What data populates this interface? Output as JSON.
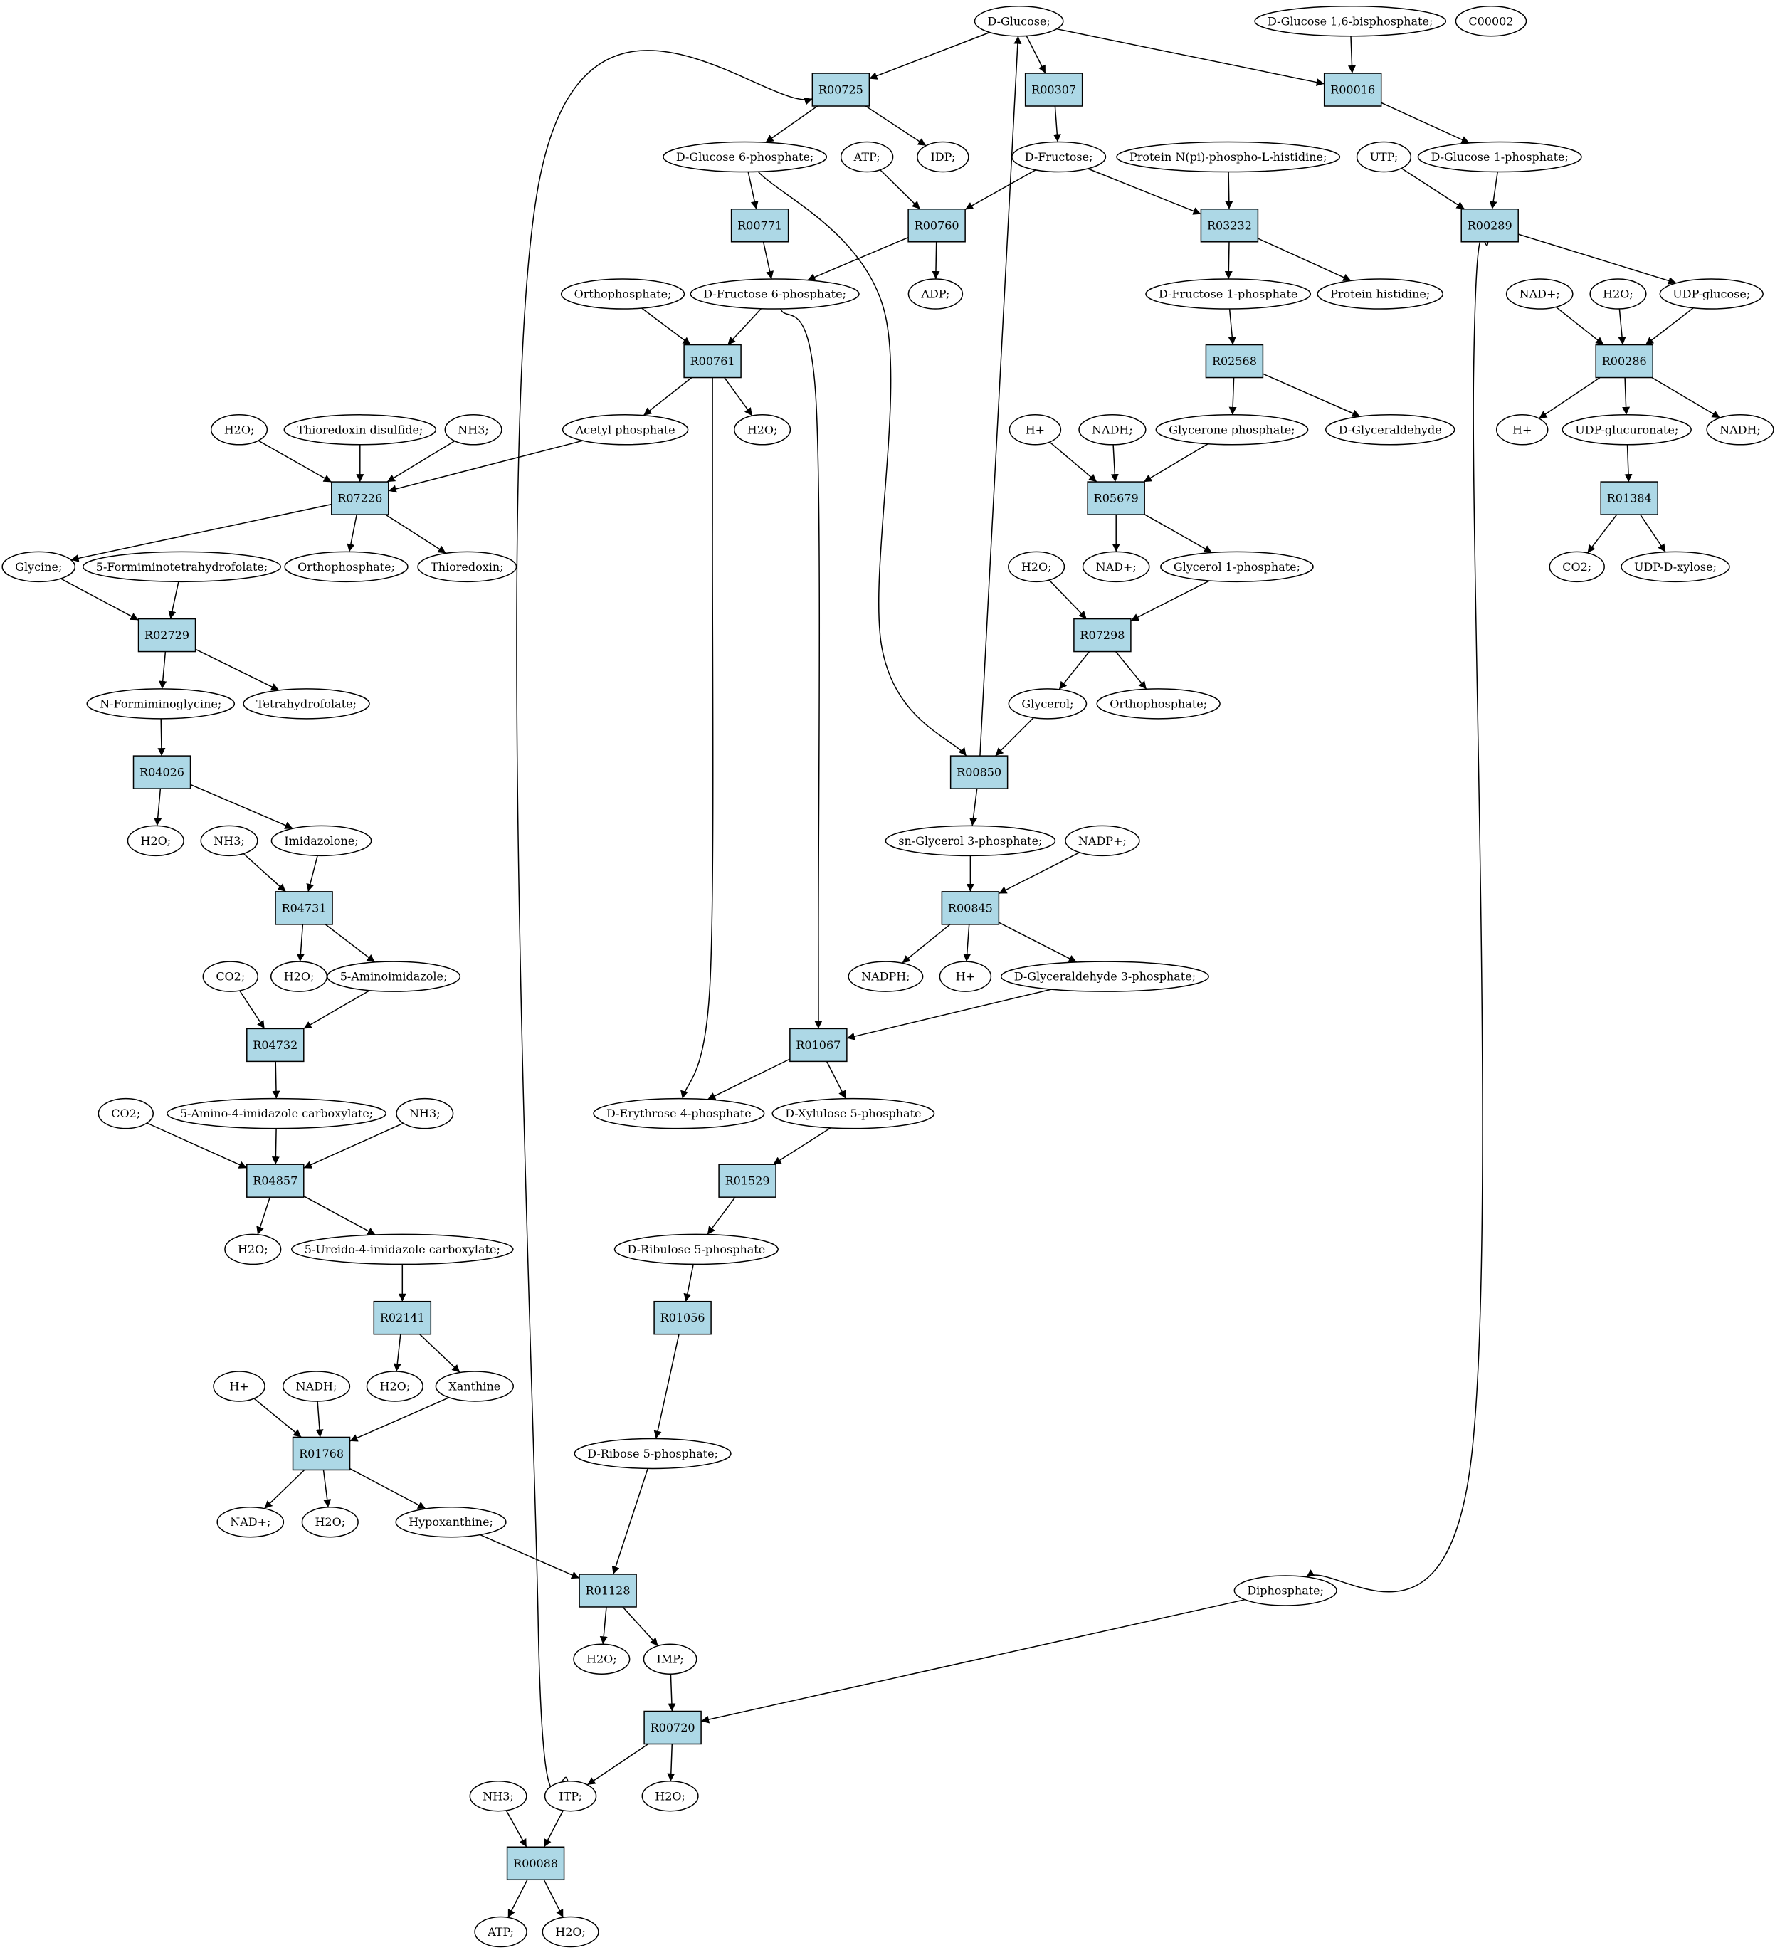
{
  "colors": {
    "reaction_fill": "#add8e6",
    "start_fill": "#00ff00",
    "highlight_fill": "#ffff00",
    "compound_fill": "#ffffff",
    "stroke": "#000000"
  },
  "reactions": [
    {
      "id": "R00725",
      "label": "R00725"
    },
    {
      "id": "R00307",
      "label": "R00307"
    },
    {
      "id": "R00016",
      "label": "R00016"
    },
    {
      "id": "R00771",
      "label": "R00771"
    },
    {
      "id": "R00760",
      "label": "R00760"
    },
    {
      "id": "R03232",
      "label": "R03232"
    },
    {
      "id": "R00289",
      "label": "R00289"
    },
    {
      "id": "R00761",
      "label": "R00761"
    },
    {
      "id": "R02568",
      "label": "R02568"
    },
    {
      "id": "R00286",
      "label": "R00286"
    },
    {
      "id": "R07226",
      "label": "R07226"
    },
    {
      "id": "R05679",
      "label": "R05679"
    },
    {
      "id": "R01384",
      "label": "R01384"
    },
    {
      "id": "R02729",
      "label": "R02729"
    },
    {
      "id": "R07298",
      "label": "R07298"
    },
    {
      "id": "R04026",
      "label": "R04026"
    },
    {
      "id": "R00850",
      "label": "R00850"
    },
    {
      "id": "R04731",
      "label": "R04731"
    },
    {
      "id": "R00845",
      "label": "R00845"
    },
    {
      "id": "R04732",
      "label": "R04732"
    },
    {
      "id": "R01067",
      "label": "R01067"
    },
    {
      "id": "R04857",
      "label": "R04857"
    },
    {
      "id": "R01529",
      "label": "R01529"
    },
    {
      "id": "R02141",
      "label": "R02141"
    },
    {
      "id": "R01056",
      "label": "R01056"
    },
    {
      "id": "R01768",
      "label": "R01768"
    },
    {
      "id": "R01128",
      "label": "R01128"
    },
    {
      "id": "R00720",
      "label": "R00720"
    },
    {
      "id": "R00088",
      "label": "R00088"
    }
  ],
  "compounds": [
    {
      "id": "glucose",
      "label": "D-Glucose;",
      "highlight": "start"
    },
    {
      "id": "g16bp",
      "label": "D-Glucose 1,6-bisphosphate;"
    },
    {
      "id": "c00002",
      "label": "C00002",
      "highlight": "marked"
    },
    {
      "id": "g6p",
      "label": "D-Glucose 6-phosphate;"
    },
    {
      "id": "atp1",
      "label": "ATP;"
    },
    {
      "id": "idp",
      "label": "IDP;"
    },
    {
      "id": "fru",
      "label": "D-Fructose;"
    },
    {
      "id": "pnhis",
      "label": "Protein N(pi)-phospho-L-histidine;"
    },
    {
      "id": "utp",
      "label": "UTP;"
    },
    {
      "id": "g1p",
      "label": "D-Glucose 1-phosphate;"
    },
    {
      "id": "ortho1",
      "label": "Orthophosphate;"
    },
    {
      "id": "f6p",
      "label": "D-Fructose 6-phosphate;"
    },
    {
      "id": "adp",
      "label": "ADP;"
    },
    {
      "id": "f1p",
      "label": "D-Fructose 1-phosphate"
    },
    {
      "id": "prothis",
      "label": "Protein histidine;"
    },
    {
      "id": "nadp1",
      "label": "NAD+;"
    },
    {
      "id": "h2o_r286",
      "label": "H2O;"
    },
    {
      "id": "udpg",
      "label": "UDP-glucose;"
    },
    {
      "id": "h2o_r226",
      "label": "H2O;"
    },
    {
      "id": "thiodis",
      "label": "Thioredoxin disulfide;"
    },
    {
      "id": "nh3_r226",
      "label": "NH3;"
    },
    {
      "id": "acp",
      "label": "Acetyl phosphate"
    },
    {
      "id": "h2o_r761",
      "label": "H2O;"
    },
    {
      "id": "hplus_r679",
      "label": "H+"
    },
    {
      "id": "nadh_r679",
      "label": "NADH;"
    },
    {
      "id": "dhap",
      "label": "Glycerone phosphate;"
    },
    {
      "id": "glyald",
      "label": "D-Glyceraldehyde"
    },
    {
      "id": "hplus_r286",
      "label": "H+"
    },
    {
      "id": "udpgluc",
      "label": "UDP-glucuronate;"
    },
    {
      "id": "nadh_r286",
      "label": "NADH;"
    },
    {
      "id": "glycine",
      "label": "Glycine;"
    },
    {
      "id": "fthf",
      "label": "5-Formiminotetrahydrofolate;"
    },
    {
      "id": "ortho2",
      "label": "Orthophosphate;"
    },
    {
      "id": "thio",
      "label": "Thioredoxin;"
    },
    {
      "id": "nadp_r679",
      "label": "NAD+;"
    },
    {
      "id": "gly1p",
      "label": "Glycerol 1-phosphate;"
    },
    {
      "id": "co2_r384",
      "label": "CO2;"
    },
    {
      "id": "udpxyl",
      "label": "UDP-D-xylose;"
    },
    {
      "id": "h2o_r298",
      "label": "H2O;"
    },
    {
      "id": "nfgly",
      "label": "N-Formiminoglycine;"
    },
    {
      "id": "thf",
      "label": "Tetrahydrofolate;"
    },
    {
      "id": "glycerol",
      "label": "Glycerol;"
    },
    {
      "id": "ortho3",
      "label": "Orthophosphate;"
    },
    {
      "id": "h2o_r026",
      "label": "H2O;"
    },
    {
      "id": "nh3_r731",
      "label": "NH3;"
    },
    {
      "id": "imidazolone",
      "label": "Imidazolone;"
    },
    {
      "id": "sng3p",
      "label": "sn-Glycerol 3-phosphate;"
    },
    {
      "id": "nadpplus",
      "label": "NADP+;"
    },
    {
      "id": "h2o_r731",
      "label": "H2O;"
    },
    {
      "id": "aminoimid",
      "label": "5-Aminoimidazole;"
    },
    {
      "id": "nadph",
      "label": "NADPH;"
    },
    {
      "id": "hplus_r845",
      "label": "H+"
    },
    {
      "id": "ga3p",
      "label": "D-Glyceraldehyde 3-phosphate;"
    },
    {
      "id": "co2_r732",
      "label": "CO2;"
    },
    {
      "id": "aicarb",
      "label": "5-Amino-4-imidazole carboxylate;"
    },
    {
      "id": "co2_r857",
      "label": "CO2;"
    },
    {
      "id": "nh3_r857",
      "label": "NH3;"
    },
    {
      "id": "e4p",
      "label": "D-Erythrose 4-phosphate"
    },
    {
      "id": "x5p",
      "label": "D-Xylulose 5-phosphate"
    },
    {
      "id": "h2o_r857",
      "label": "H2O;"
    },
    {
      "id": "uicarb",
      "label": "5-Ureido-4-imidazole carboxylate;"
    },
    {
      "id": "ru5p",
      "label": "D-Ribulose 5-phosphate"
    },
    {
      "id": "hplus_r768",
      "label": "H+"
    },
    {
      "id": "nadh_r768",
      "label": "NADH;"
    },
    {
      "id": "h2o_r141",
      "label": "H2O;"
    },
    {
      "id": "xanthine",
      "label": "Xanthine"
    },
    {
      "id": "r5p",
      "label": "D-Ribose 5-phosphate;"
    },
    {
      "id": "nadplus_r768",
      "label": "NAD+;"
    },
    {
      "id": "h2o_r768",
      "label": "H2O;"
    },
    {
      "id": "hypox",
      "label": "Hypoxanthine;"
    },
    {
      "id": "diphos",
      "label": "Diphosphate;"
    },
    {
      "id": "h2o_r128",
      "label": "H2O;"
    },
    {
      "id": "imp",
      "label": "IMP;"
    },
    {
      "id": "nh3_r088",
      "label": "NH3;"
    },
    {
      "id": "itp",
      "label": "ITP;"
    },
    {
      "id": "h2o_r720",
      "label": "H2O;"
    },
    {
      "id": "atp2",
      "label": "ATP;"
    },
    {
      "id": "h2o_r088",
      "label": "H2O;"
    }
  ],
  "edges": [
    [
      "glucose",
      "R00725"
    ],
    [
      "glucose",
      "R00307"
    ],
    [
      "glucose",
      "R00016"
    ],
    [
      "g16bp",
      "R00016"
    ],
    [
      "R00725",
      "g6p"
    ],
    [
      "R00725",
      "idp"
    ],
    [
      "R00307",
      "fru"
    ],
    [
      "R00016",
      "g1p"
    ],
    [
      "g6p",
      "R00771"
    ],
    [
      "g6p",
      "R00850"
    ],
    [
      "atp1",
      "R00760"
    ],
    [
      "fru",
      "R00760"
    ],
    [
      "fru",
      "R03232"
    ],
    [
      "pnhis",
      "R03232"
    ],
    [
      "utp",
      "R00289"
    ],
    [
      "g1p",
      "R00289"
    ],
    [
      "R00771",
      "f6p"
    ],
    [
      "R00760",
      "f6p"
    ],
    [
      "R00760",
      "adp"
    ],
    [
      "R03232",
      "f1p"
    ],
    [
      "R03232",
      "prothis"
    ],
    [
      "R00289",
      "udpg"
    ],
    [
      "R00289",
      "diphos"
    ],
    [
      "ortho1",
      "R00761"
    ],
    [
      "f6p",
      "R00761"
    ],
    [
      "f6p",
      "R01067"
    ],
    [
      "f1p",
      "R02568"
    ],
    [
      "nadp1",
      "R00286"
    ],
    [
      "h2o_r286",
      "R00286"
    ],
    [
      "udpg",
      "R00286"
    ],
    [
      "R00761",
      "acp"
    ],
    [
      "R00761",
      "h2o_r761"
    ],
    [
      "R00761",
      "e4p"
    ],
    [
      "R02568",
      "dhap"
    ],
    [
      "R02568",
      "glyald"
    ],
    [
      "R00286",
      "hplus_r286"
    ],
    [
      "R00286",
      "udpgluc"
    ],
    [
      "R00286",
      "nadh_r286"
    ],
    [
      "h2o_r226",
      "R07226"
    ],
    [
      "thiodis",
      "R07226"
    ],
    [
      "nh3_r226",
      "R07226"
    ],
    [
      "acp",
      "R07226"
    ],
    [
      "hplus_r679",
      "R05679"
    ],
    [
      "nadh_r679",
      "R05679"
    ],
    [
      "dhap",
      "R05679"
    ],
    [
      "udpgluc",
      "R01384"
    ],
    [
      "R07226",
      "glycine"
    ],
    [
      "R07226",
      "ortho2"
    ],
    [
      "R07226",
      "thio"
    ],
    [
      "R05679",
      "nadp_r679"
    ],
    [
      "R05679",
      "gly1p"
    ],
    [
      "R01384",
      "co2_r384"
    ],
    [
      "R01384",
      "udpxyl"
    ],
    [
      "glycine",
      "R02729"
    ],
    [
      "fthf",
      "R02729"
    ],
    [
      "h2o_r298",
      "R07298"
    ],
    [
      "gly1p",
      "R07298"
    ],
    [
      "R02729",
      "nfgly"
    ],
    [
      "R02729",
      "thf"
    ],
    [
      "R07298",
      "glycerol"
    ],
    [
      "R07298",
      "ortho3"
    ],
    [
      "nfgly",
      "R04026"
    ],
    [
      "glycerol",
      "R00850"
    ],
    [
      "R00850",
      "glucose"
    ],
    [
      "R00850",
      "sng3p"
    ],
    [
      "R04026",
      "h2o_r026"
    ],
    [
      "R04026",
      "imidazolone"
    ],
    [
      "nh3_r731",
      "R04731"
    ],
    [
      "imidazolone",
      "R04731"
    ],
    [
      "sng3p",
      "R00845"
    ],
    [
      "nadpplus",
      "R00845"
    ],
    [
      "R04731",
      "h2o_r731"
    ],
    [
      "R04731",
      "aminoimid"
    ],
    [
      "R00845",
      "nadph"
    ],
    [
      "R00845",
      "hplus_r845"
    ],
    [
      "R00845",
      "ga3p"
    ],
    [
      "co2_r732",
      "R04732"
    ],
    [
      "aminoimid",
      "R04732"
    ],
    [
      "ga3p",
      "R01067"
    ],
    [
      "R04732",
      "aicarb"
    ],
    [
      "R01067",
      "e4p"
    ],
    [
      "R01067",
      "x5p"
    ],
    [
      "co2_r857",
      "R04857"
    ],
    [
      "aicarb",
      "R04857"
    ],
    [
      "nh3_r857",
      "R04857"
    ],
    [
      "x5p",
      "R01529"
    ],
    [
      "R04857",
      "h2o_r857"
    ],
    [
      "R04857",
      "uicarb"
    ],
    [
      "R01529",
      "ru5p"
    ],
    [
      "uicarb",
      "R02141"
    ],
    [
      "ru5p",
      "R01056"
    ],
    [
      "R02141",
      "h2o_r141"
    ],
    [
      "R02141",
      "xanthine"
    ],
    [
      "R01056",
      "r5p"
    ],
    [
      "hplus_r768",
      "R01768"
    ],
    [
      "nadh_r768",
      "R01768"
    ],
    [
      "xanthine",
      "R01768"
    ],
    [
      "R01768",
      "nadplus_r768"
    ],
    [
      "R01768",
      "h2o_r768"
    ],
    [
      "R01768",
      "hypox"
    ],
    [
      "hypox",
      "R01128"
    ],
    [
      "r5p",
      "R01128"
    ],
    [
      "R01128",
      "h2o_r128"
    ],
    [
      "R01128",
      "imp"
    ],
    [
      "imp",
      "R00720"
    ],
    [
      "diphos",
      "R00720"
    ],
    [
      "R00720",
      "itp"
    ],
    [
      "R00720",
      "h2o_r720"
    ],
    [
      "nh3_r088",
      "R00088"
    ],
    [
      "itp",
      "R00088"
    ],
    [
      "itp",
      "R00725"
    ],
    [
      "R00088",
      "atp2"
    ],
    [
      "R00088",
      "h2o_r088"
    ]
  ]
}
